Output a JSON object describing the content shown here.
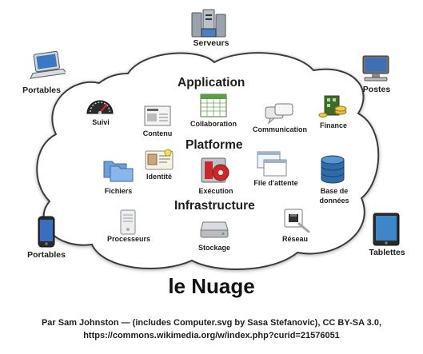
{
  "outer": {
    "serveurs": "Serveurs",
    "portables_top": "Portables",
    "postes": "Postes",
    "portables_bottom": "Portables",
    "tablettes": "Tablettes"
  },
  "layers": {
    "application": "Application",
    "platforme": "Platforme",
    "infrastructure": "Infrastructure"
  },
  "items": {
    "suivi": "Suivi",
    "contenu": "Contenu",
    "collaboration": "Collaboration",
    "communication": "Communication",
    "finance": "Finance",
    "fichiers": "Fichiers",
    "identite": "Identité",
    "execution": "Exécution",
    "file_attente": "File d'attente",
    "base_donnees_1": "Base de",
    "base_donnees_2": "données",
    "processeurs": "Processeurs",
    "stockage": "Stockage",
    "reseau": "Réseau"
  },
  "title": "le Nuage",
  "credit": {
    "line1": "Par Sam Johnston — (includes Computer.svg by Sasa Stefanovic), CC BY-SA 3.0,",
    "line2": "https://commons.wikimedia.org/w/index.php?curid=21576051"
  }
}
